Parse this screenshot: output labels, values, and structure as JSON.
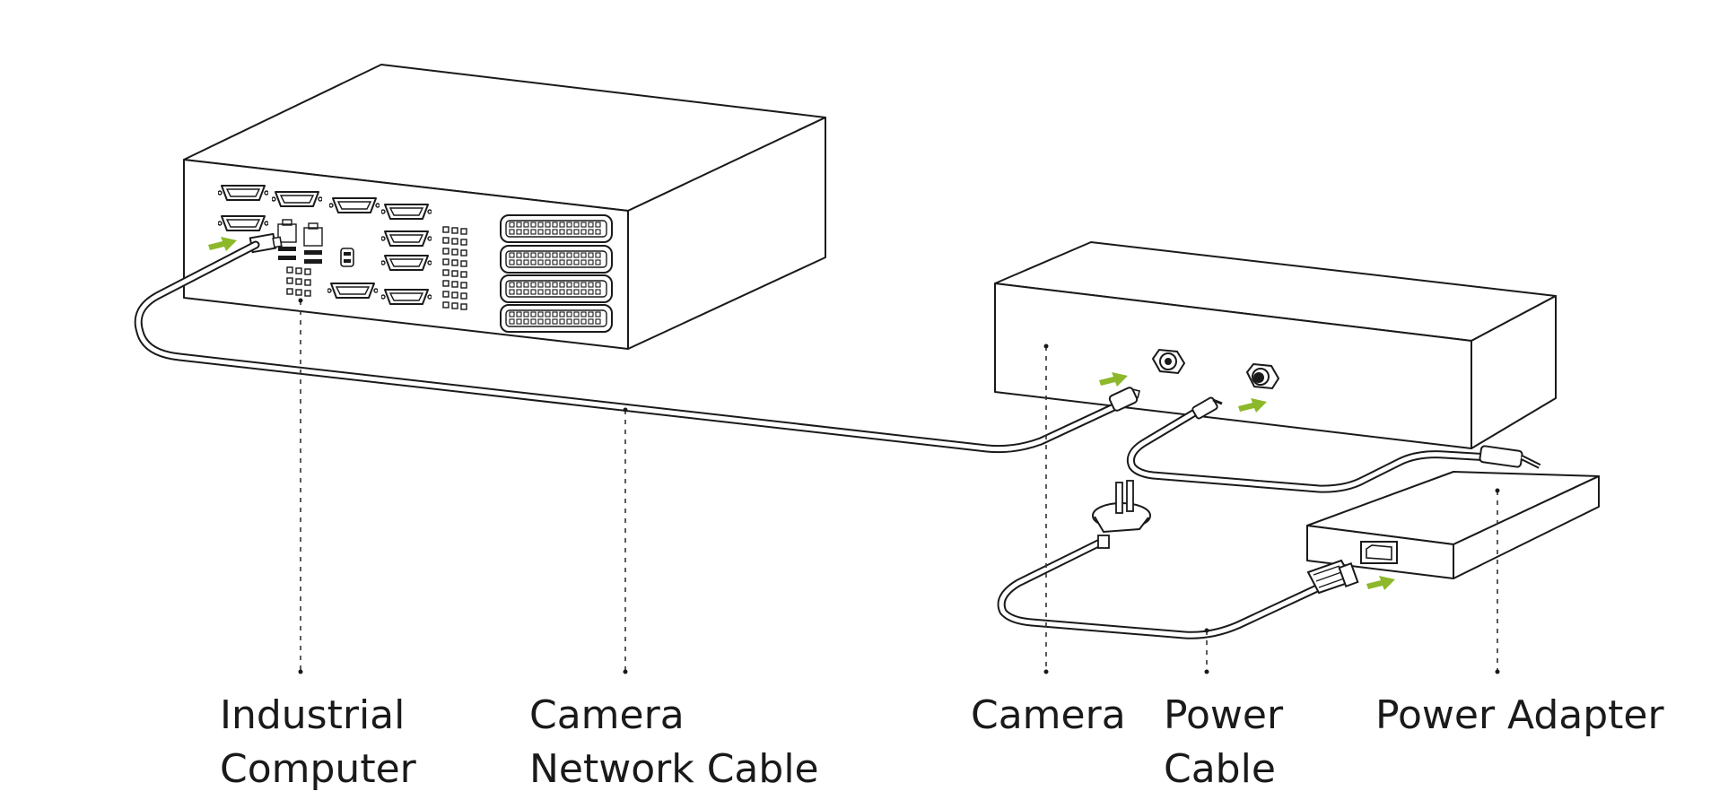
{
  "labels": {
    "industrial_computer": [
      "Industrial",
      "Computer"
    ],
    "camera_network_cable": [
      "Camera",
      "Network Cable"
    ],
    "camera": [
      "Camera"
    ],
    "power_cable": [
      "Power",
      "Cable"
    ],
    "power_adapter": [
      "Power Adapter"
    ]
  },
  "colors": {
    "arrow": "#8cb82a",
    "line": "#1a1a1a"
  },
  "icons": {
    "connection_arrow": "green-arrow-icon",
    "plug": "power-plug-icon"
  }
}
